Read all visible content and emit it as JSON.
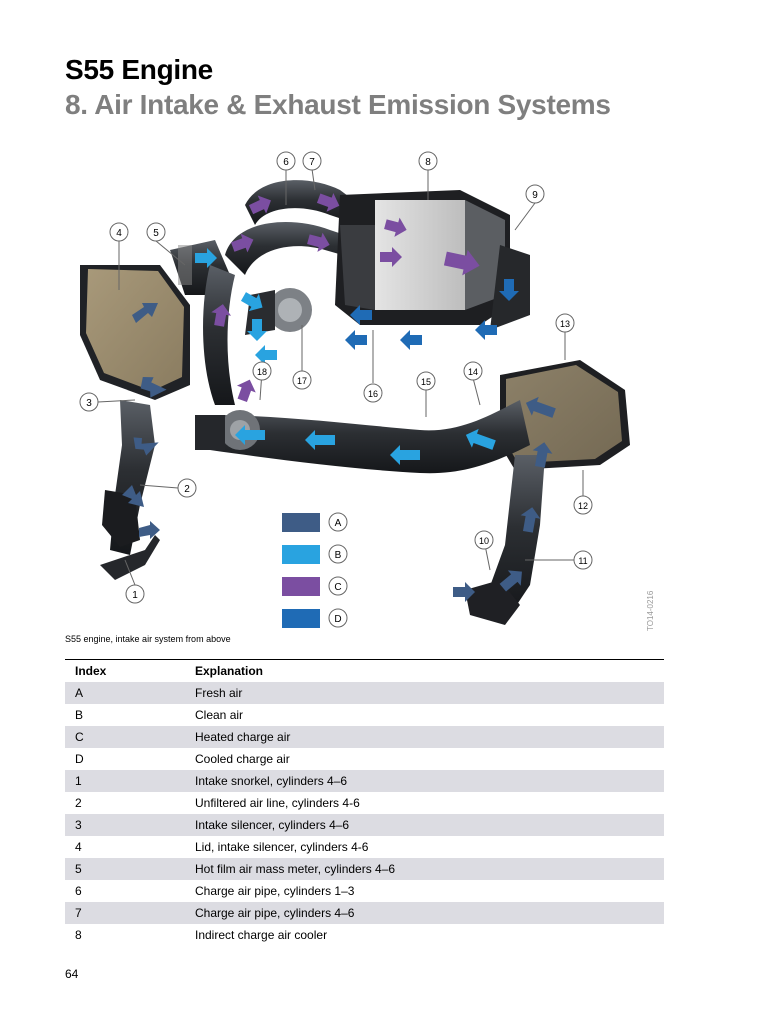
{
  "header": {
    "title": "S55 Engine",
    "subtitle": "8. Air Intake & Exhaust Emission Systems"
  },
  "figure": {
    "caption": "S55 engine, intake air system from above",
    "code": "TO14-0216",
    "callouts": [
      "1",
      "2",
      "3",
      "4",
      "5",
      "6",
      "7",
      "8",
      "9",
      "10",
      "11",
      "12",
      "13",
      "14",
      "15",
      "16",
      "17",
      "18"
    ],
    "legend": [
      {
        "letter": "A",
        "color": "#3e5c86"
      },
      {
        "letter": "B",
        "color": "#29a3e0"
      },
      {
        "letter": "C",
        "color": "#7b4ea1"
      },
      {
        "letter": "D",
        "color": "#1f6bb5"
      }
    ]
  },
  "table": {
    "headers": [
      "Index",
      "Explanation"
    ],
    "rows": [
      {
        "index": "A",
        "text": "Fresh air"
      },
      {
        "index": "B",
        "text": "Clean air"
      },
      {
        "index": "C",
        "text": "Heated charge air"
      },
      {
        "index": "D",
        "text": "Cooled charge air"
      },
      {
        "index": "1",
        "text": "Intake snorkel, cylinders 4–6"
      },
      {
        "index": "2",
        "text": "Unfiltered air line, cylinders 4-6"
      },
      {
        "index": "3",
        "text": "Intake silencer, cylinders 4–6"
      },
      {
        "index": "4",
        "text": "Lid, intake silencer, cylinders 4-6"
      },
      {
        "index": "5",
        "text": "Hot film air mass meter, cylinders 4–6"
      },
      {
        "index": "6",
        "text": "Charge air pipe, cylinders 1–3"
      },
      {
        "index": "7",
        "text": "Charge air pipe, cylinders 4–6"
      },
      {
        "index": "8",
        "text": "Indirect charge air cooler"
      }
    ]
  },
  "page_number": "64"
}
